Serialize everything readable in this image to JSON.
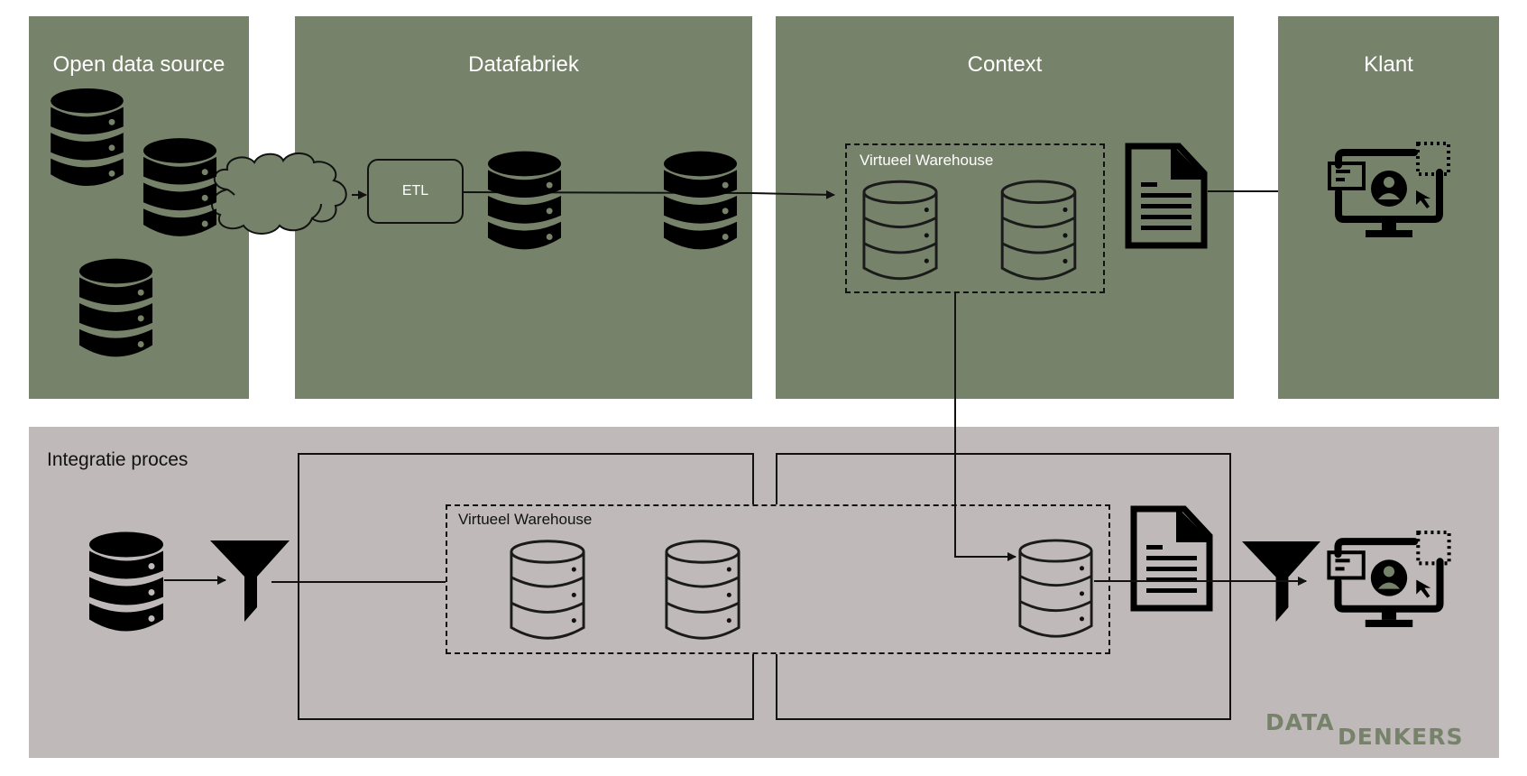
{
  "top_panels": [
    {
      "id": "open-data-source",
      "title": "Open data source"
    },
    {
      "id": "datafabriek",
      "title": "Datafabriek"
    },
    {
      "id": "context",
      "title": "Context"
    },
    {
      "id": "klant",
      "title": "Klant"
    }
  ],
  "bottom_panel": {
    "title": "Integratie proces"
  },
  "etl": {
    "label": "ETL"
  },
  "virtual_warehouse": {
    "top_label": "Virtueel Warehouse",
    "bottom_label": "Virtueel Warehouse"
  },
  "logo": {
    "part1": "DATA",
    "part2": "DENKERS"
  },
  "icons": {
    "database_solid": "database-icon",
    "database_outline": "database-outline-icon",
    "cloud": "cloud-icon",
    "document": "document-icon",
    "monitor_user": "monitor-user-icon",
    "funnel": "funnel-icon"
  },
  "colors": {
    "panel_green": "#76836a",
    "panel_grey": "#bfb9b9",
    "line": "#111111",
    "title_text": "#ffffff",
    "logo_green": "#76836a"
  }
}
